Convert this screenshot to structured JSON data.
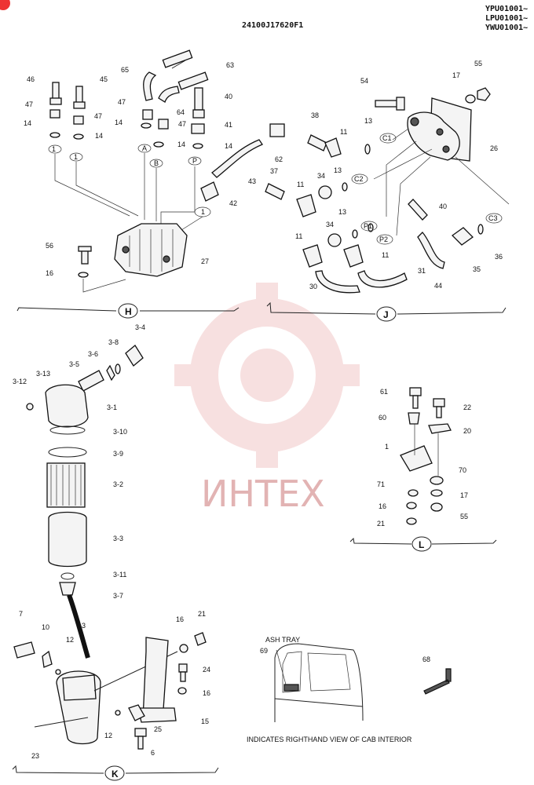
{
  "header": {
    "code": "24100J17620F1",
    "serials": [
      "YPU01001~",
      "LPU01001~",
      "YWU01001~"
    ]
  },
  "watermark": "ИНТЕХ",
  "sections": {
    "h": "H",
    "j": "J",
    "k": "K",
    "l": "L"
  },
  "section_h": {
    "parts": [
      "46",
      "45",
      "47",
      "47",
      "14",
      "14",
      "65",
      "63",
      "47",
      "14",
      "64",
      "47",
      "14",
      "40",
      "41",
      "14",
      "62",
      "43",
      "42",
      "56",
      "16",
      "27"
    ],
    "ports": [
      "1",
      "1",
      "A",
      "B",
      "P",
      "1"
    ]
  },
  "section_j": {
    "parts": [
      "54",
      "17",
      "55",
      "38",
      "11",
      "13",
      "26",
      "37",
      "34",
      "11",
      "13",
      "40",
      "34",
      "11",
      "13",
      "11",
      "36",
      "35",
      "30",
      "31",
      "44"
    ],
    "ports": [
      "C1",
      "C2",
      "C3",
      "P1",
      "P2"
    ]
  },
  "section_filter": {
    "parts": [
      "3-4",
      "3-8",
      "3-6",
      "3-5",
      "3-12",
      "3-13",
      "3-1",
      "3-10",
      "3-9",
      "3-2",
      "3-3",
      "3-11",
      "3-7",
      "3"
    ]
  },
  "section_l": {
    "parts": [
      "61",
      "22",
      "60",
      "20",
      "1",
      "70",
      "71",
      "17",
      "16",
      "55",
      "21"
    ]
  },
  "section_k": {
    "parts": [
      "7",
      "10",
      "12",
      "21",
      "16",
      "24",
      "16",
      "15",
      "25",
      "12",
      "6",
      "23"
    ]
  },
  "cab": {
    "ash_tray": "ASH TRAY",
    "part": "69",
    "caption": "INDICATES RIGHTHAND VIEW OF CAB INTERIOR"
  },
  "loose_part": "68"
}
